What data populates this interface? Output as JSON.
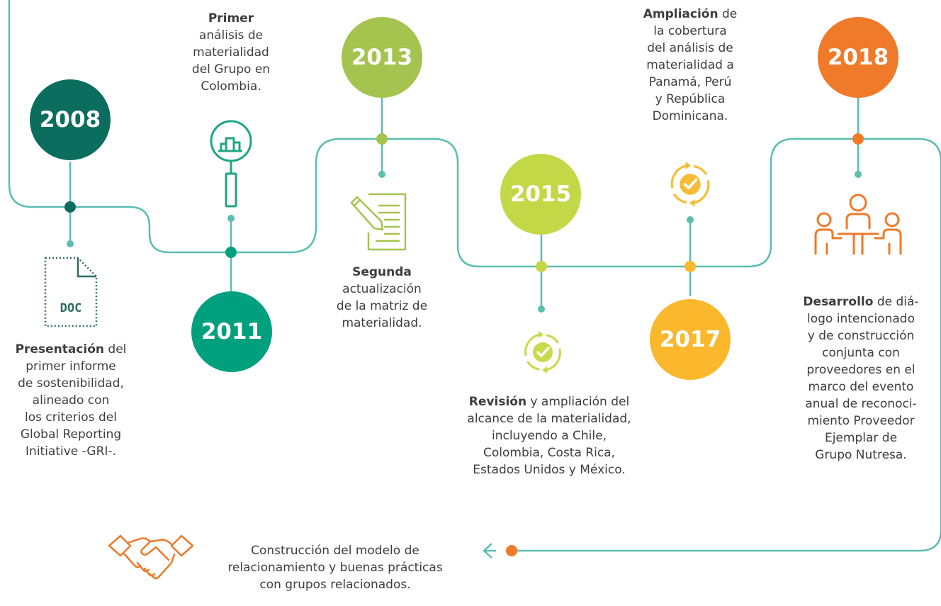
{
  "colors": {
    "line": "#5cbdb1",
    "y2008": "#0b6d5d",
    "y2011": "#00a07e",
    "y2013": "#a5c34f",
    "y2015": "#c3d847",
    "y2017": "#fbb82d",
    "y2018": "#ef7a2a",
    "doc_icon": "#2f6c60",
    "search_icon": "#1ea683",
    "document_icon": "#a5c34f",
    "check_2015_icon": "#c7da4a",
    "check_2017_icon": "#f7bc35",
    "meeting_icon": "#ef7a2a",
    "handshake_icon": "#ef7a2a"
  },
  "milestones": [
    {
      "year": "2008",
      "icon": "doc-file-icon",
      "lead": "Presentación",
      "lines": [
        " del",
        "primer informe",
        "de sostenibilidad,",
        "alineado con",
        "los criterios del",
        "Global Reporting",
        "Initiative -GRI-."
      ]
    },
    {
      "year": "2011",
      "icon": "magnifier-chart-icon",
      "lead": "Primer",
      "lines": [
        "análisis de",
        "materialidad",
        "del Grupo en",
        "Colombia."
      ]
    },
    {
      "year": "2013",
      "icon": "document-pen-icon",
      "lead": "Segunda",
      "lines": [
        "actualización",
        "de la matriz de",
        "materialidad."
      ]
    },
    {
      "year": "2015",
      "icon": "check-cycle-icon",
      "lead": "Revisión",
      "lines": [
        " y ampliación del",
        "alcance de la materialidad,",
        "incluyendo a Chile,",
        "Colombia, Costa Rica,",
        "Estados Unidos y México."
      ]
    },
    {
      "year": "2017",
      "icon": "check-cycle-icon",
      "lead": "Ampliación",
      "lines": [
        " de",
        "la cobertura",
        "del análisis de",
        "materialidad a",
        "Panamá, Perú",
        "y República",
        "Dominicana."
      ]
    },
    {
      "year": "2018",
      "icon": "meeting-people-icon",
      "lead": "Desarrollo",
      "lines": [
        " de diá-",
        "logo intencionado",
        "y de construcción",
        "conjunta con",
        "proveedores en el",
        "marco del evento",
        "anual de reconoci-",
        "miento Proveedor",
        "Ejemplar de",
        "Grupo Nutresa."
      ]
    }
  ],
  "final": {
    "icon": "handshake-icon",
    "lines": [
      "Construcción del modelo de",
      "relacionamiento y buenas prácticas",
      "con grupos relacionados."
    ]
  }
}
